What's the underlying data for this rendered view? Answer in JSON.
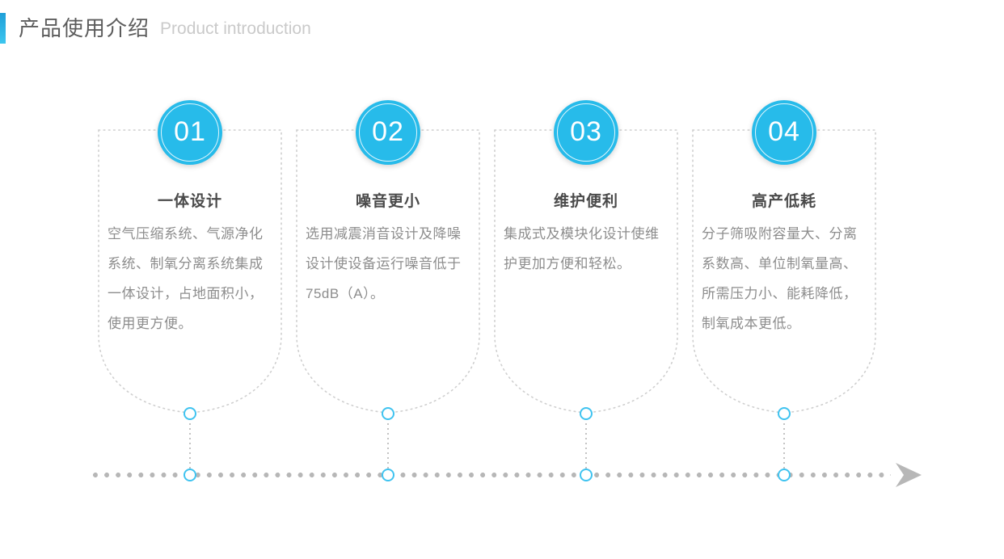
{
  "header": {
    "title_cn": "产品使用介绍",
    "title_en": "Product introduction",
    "accent_color_top": "#1f9fd8",
    "accent_color_bottom": "#3dc6ef"
  },
  "theme": {
    "circle_color": "#27bbea",
    "node_ring_color": "#3fc3f0",
    "dot_color": "#b7b7b7",
    "shield_border_color": "#cfcfcf",
    "heading_color": "#4a4a4a",
    "body_color": "#8d8d8d",
    "arrow_color": "#b7b7b7"
  },
  "steps": [
    {
      "number": "01",
      "heading": "一体设计",
      "body": "空气压缩系统、气源净化系统、制氧分离系统集成一体设计，占地面积小，使用更方便。"
    },
    {
      "number": "02",
      "heading": "噪音更小",
      "body": "选用减震消音设计及降噪设计使设备运行噪音低于75dB（A）。"
    },
    {
      "number": "03",
      "heading": "维护便利",
      "body": "集成式及模块化设计使维护更加方便和轻松。"
    },
    {
      "number": "04",
      "heading": "高产低耗",
      "body": "分子筛吸附容量大、分离系数高、单位制氧量高、所需压力小、能耗降低，制氧成本更低。"
    }
  ],
  "timeline": {
    "arrow_label": "timeline-arrow"
  }
}
